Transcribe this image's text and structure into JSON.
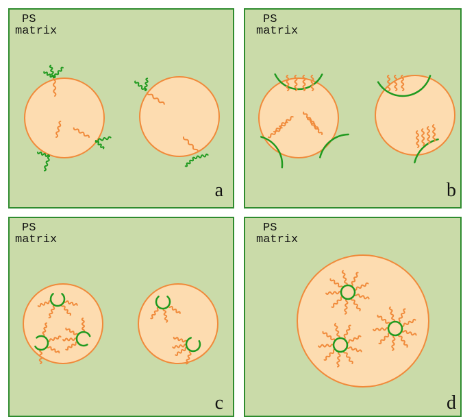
{
  "panels": [
    {
      "id": "a",
      "letter": "a",
      "matrix_line1": "PS",
      "matrix_line2": "matrix"
    },
    {
      "id": "b",
      "letter": "b",
      "matrix_line1": "PS",
      "matrix_line2": "matrix"
    },
    {
      "id": "c",
      "letter": "c",
      "matrix_line1": "PS",
      "matrix_line2": "matrix"
    },
    {
      "id": "d",
      "letter": "d",
      "matrix_line1": "PS",
      "matrix_line2": "matrix"
    }
  ],
  "colors": {
    "matrix_bg": "#cadba9",
    "frame": "#2e8b2e",
    "particle_fill": "#fddcb0",
    "particle_edge": "#f08a3a",
    "chain_orange": "#f08a3a",
    "chain_green": "#1f9a1f"
  }
}
